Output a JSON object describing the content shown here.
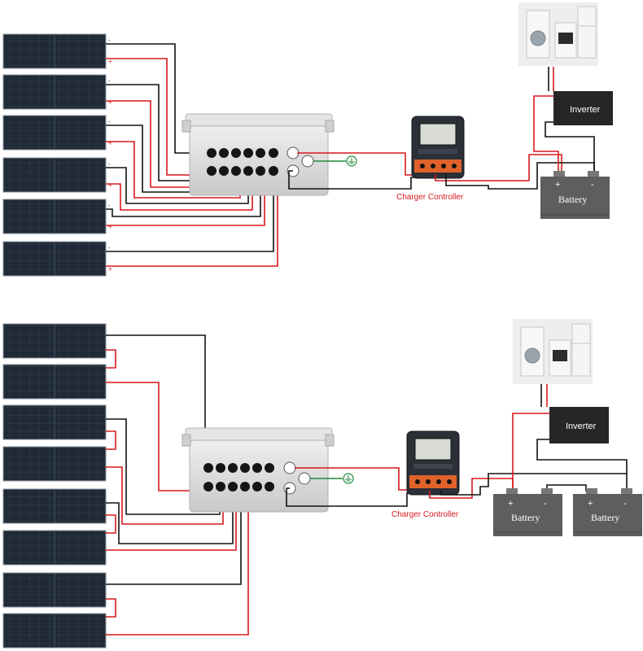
{
  "diagrams": [
    {
      "inverter_label": "Inverter",
      "controller_label": "Charger Controller",
      "battery_labels": [
        "Battery"
      ],
      "battery_plus": "+",
      "battery_minus": "-",
      "panel_count": 6,
      "panel_plus": "+",
      "panel_minus": "-"
    },
    {
      "inverter_label": "Inverter",
      "controller_label": "Charger Controller",
      "battery_labels": [
        "Battery",
        "Battery"
      ],
      "battery_plus": "+",
      "battery_minus": "-",
      "panel_count": 8
    }
  ],
  "colors": {
    "wire_positive": "#d7191f",
    "wire_negative": "#111111",
    "wire_ground": "#1f8a3a",
    "inverter_body": "#262626",
    "battery_body": "#5e5e5e",
    "panel_cell": "#1f2a36",
    "combiner_box": "#d9d9d9",
    "controller_body": "#2b2f36",
    "controller_terminals": "#e0622a"
  },
  "icons": {
    "ground": "ground-symbol-icon",
    "appliances": "home-appliances-icon"
  }
}
